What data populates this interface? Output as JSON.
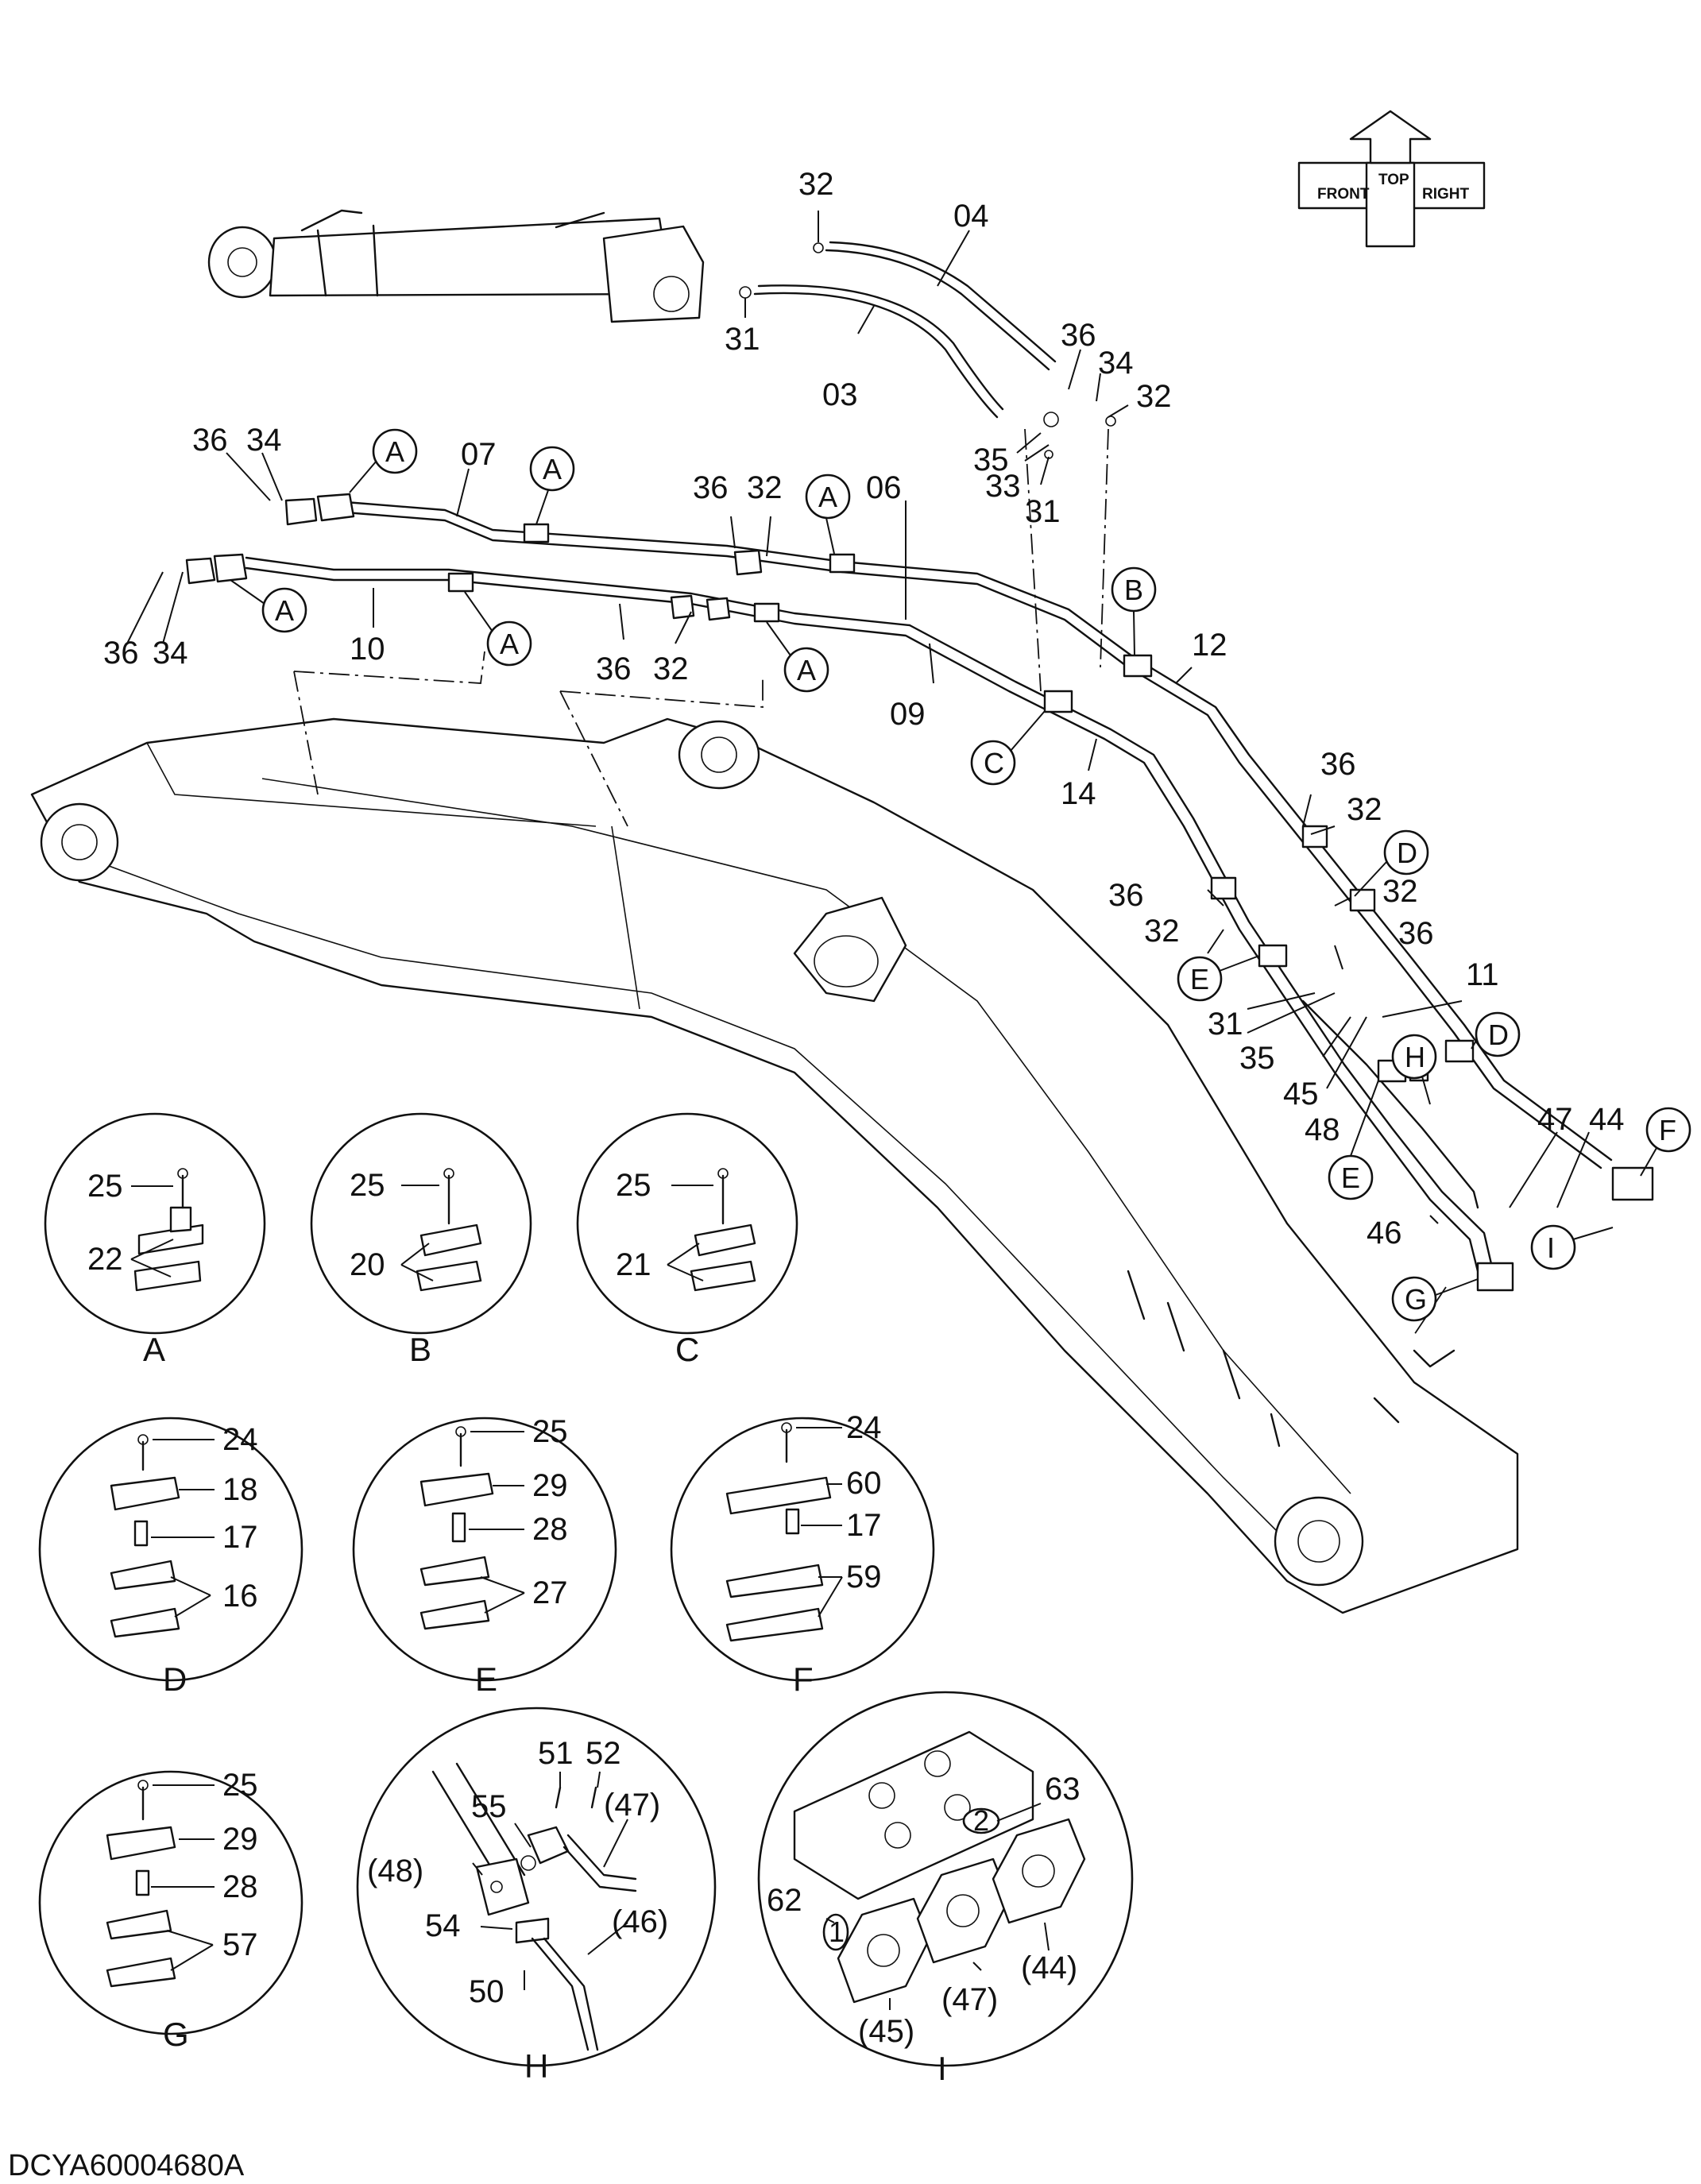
{
  "document_code": "DCYA60004680A",
  "orientation_icon": {
    "labels": {
      "top": "TOP",
      "front": "FRONT",
      "right": "RIGHT"
    },
    "icon": "orientation-cube-icon"
  },
  "part_callouts": [
    {
      "id": "c-32-top",
      "text": "32"
    },
    {
      "id": "c-04",
      "text": "04"
    },
    {
      "id": "c-31-top",
      "text": "31"
    },
    {
      "id": "c-03",
      "text": "03"
    },
    {
      "id": "c-36-r1",
      "text": "36"
    },
    {
      "id": "c-34-r1",
      "text": "34"
    },
    {
      "id": "c-32-r1",
      "text": "32"
    },
    {
      "id": "c-35-r1",
      "text": "35"
    },
    {
      "id": "c-33-r1",
      "text": "33"
    },
    {
      "id": "c-31-r1",
      "text": "31"
    },
    {
      "id": "c-36-l1",
      "text": "36"
    },
    {
      "id": "c-34-l1",
      "text": "34"
    },
    {
      "id": "c-07",
      "text": "07"
    },
    {
      "id": "c-36-m1",
      "text": "36"
    },
    {
      "id": "c-32-m1",
      "text": "32"
    },
    {
      "id": "c-06",
      "text": "06"
    },
    {
      "id": "c-36-l2",
      "text": "36"
    },
    {
      "id": "c-34-l2",
      "text": "34"
    },
    {
      "id": "c-10",
      "text": "10"
    },
    {
      "id": "c-36-m2",
      "text": "36"
    },
    {
      "id": "c-32-m2",
      "text": "32"
    },
    {
      "id": "c-09",
      "text": "09"
    },
    {
      "id": "c-12",
      "text": "12"
    },
    {
      "id": "c-14",
      "text": "14"
    },
    {
      "id": "c-36-r2",
      "text": "36"
    },
    {
      "id": "c-32-r2",
      "text": "32"
    },
    {
      "id": "c-32-r3",
      "text": "32"
    },
    {
      "id": "c-36-r3",
      "text": "36"
    },
    {
      "id": "c-36-r4",
      "text": "36"
    },
    {
      "id": "c-32-r4",
      "text": "32"
    },
    {
      "id": "c-11",
      "text": "11"
    },
    {
      "id": "c-31-r2",
      "text": "31"
    },
    {
      "id": "c-35-r2",
      "text": "35"
    },
    {
      "id": "c-45",
      "text": "45"
    },
    {
      "id": "c-48",
      "text": "48"
    },
    {
      "id": "c-47",
      "text": "47"
    },
    {
      "id": "c-44",
      "text": "44"
    },
    {
      "id": "c-46",
      "text": "46"
    }
  ],
  "view_markers": [
    {
      "id": "m-a1",
      "letter": "A"
    },
    {
      "id": "m-a2",
      "letter": "A"
    },
    {
      "id": "m-a3",
      "letter": "A"
    },
    {
      "id": "m-a4",
      "letter": "A"
    },
    {
      "id": "m-a5",
      "letter": "A"
    },
    {
      "id": "m-a6",
      "letter": "A"
    },
    {
      "id": "m-b",
      "letter": "B"
    },
    {
      "id": "m-c",
      "letter": "C"
    },
    {
      "id": "m-d1",
      "letter": "D"
    },
    {
      "id": "m-d2",
      "letter": "D"
    },
    {
      "id": "m-e1",
      "letter": "E"
    },
    {
      "id": "m-e2",
      "letter": "E"
    },
    {
      "id": "m-f",
      "letter": "F"
    },
    {
      "id": "m-g",
      "letter": "G"
    },
    {
      "id": "m-h",
      "letter": "H"
    },
    {
      "id": "m-i",
      "letter": "I"
    }
  ],
  "detail_views": [
    {
      "id": "A",
      "caption": "A",
      "callouts": [
        "25",
        "22"
      ]
    },
    {
      "id": "B",
      "caption": "B",
      "callouts": [
        "25",
        "20"
      ]
    },
    {
      "id": "C",
      "caption": "C",
      "callouts": [
        "25",
        "21"
      ]
    },
    {
      "id": "D",
      "caption": "D",
      "callouts": [
        "24",
        "18",
        "17",
        "16"
      ]
    },
    {
      "id": "E",
      "caption": "E",
      "callouts": [
        "25",
        "29",
        "28",
        "27"
      ]
    },
    {
      "id": "F",
      "caption": "F",
      "callouts": [
        "24",
        "60",
        "17",
        "59"
      ]
    },
    {
      "id": "G",
      "caption": "G",
      "callouts": [
        "25",
        "29",
        "28",
        "57"
      ]
    },
    {
      "id": "H",
      "caption": "H",
      "callouts": [
        "51",
        "52",
        "55",
        "(47)",
        "(48)",
        "54",
        "(46)",
        "50"
      ]
    },
    {
      "id": "I",
      "caption": "I",
      "callouts": [
        "63",
        "62",
        "(47)",
        "(44)",
        "(45)"
      ],
      "tags": [
        "2",
        "1"
      ]
    }
  ]
}
